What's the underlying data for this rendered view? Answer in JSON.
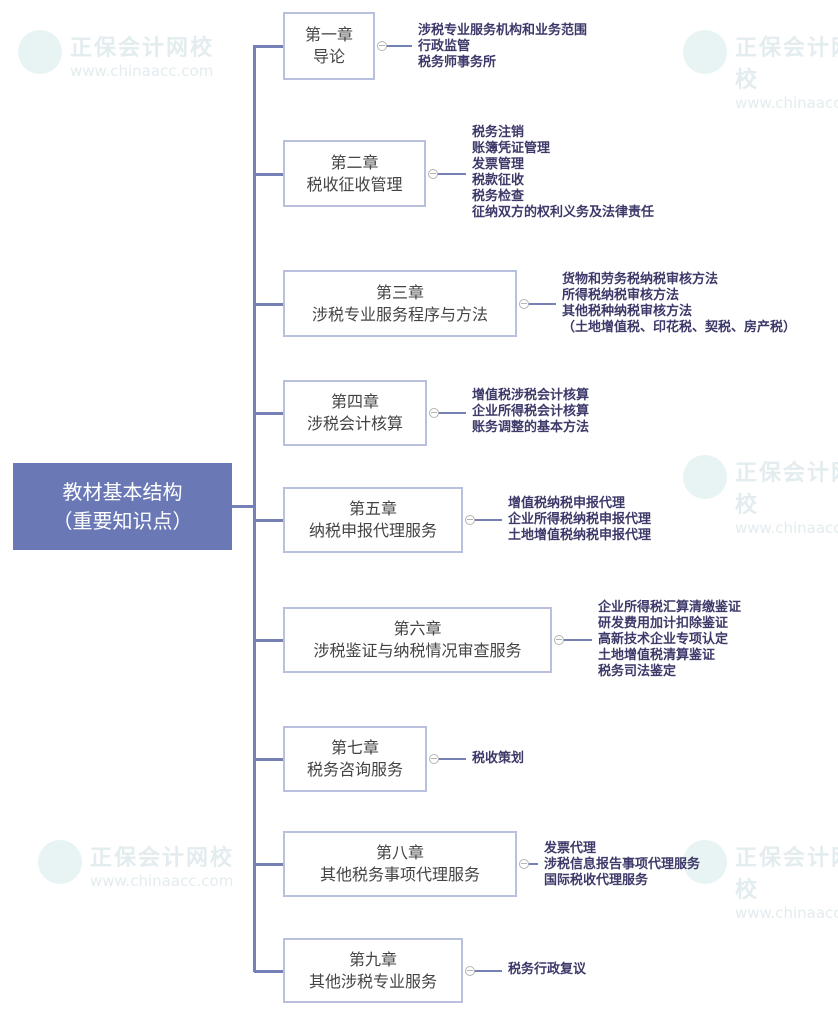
{
  "watermark": {
    "brand": "正保会计网校",
    "url": "www.chinaacc.com"
  },
  "root": {
    "line1": "教材基本结构",
    "line2": "（重要知识点）"
  },
  "chapters": [
    {
      "num": "第一章",
      "title": "导论",
      "items": [
        "涉税专业服务机构和业务范围",
        "行政监管",
        "税务师事务所"
      ]
    },
    {
      "num": "第二章",
      "title": "税收征收管理",
      "items": [
        "税务注销",
        "账簿凭证管理",
        "发票管理",
        "税款征收",
        "税务检查",
        "征纳双方的权利义务及法律责任"
      ]
    },
    {
      "num": "第三章",
      "title": "涉税专业服务程序与方法",
      "items": [
        "货物和劳务税纳税审核方法",
        "所得税纳税审核方法",
        "其他税种纳税审核方法",
        "（土地增值税、印花税、契税、房产税）"
      ]
    },
    {
      "num": "第四章",
      "title": "涉税会计核算",
      "items": [
        "增值税涉税会计核算",
        "企业所得税会计核算",
        "账务调整的基本方法"
      ]
    },
    {
      "num": "第五章",
      "title": "纳税申报代理服务",
      "items": [
        "增值税纳税申报代理",
        "企业所得税纳税申报代理",
        "土地增值税纳税申报代理"
      ]
    },
    {
      "num": "第六章",
      "title": "涉税鉴证与纳税情况审查服务",
      "items": [
        "企业所得税汇算清缴鉴证",
        "研发费用加计扣除鉴证",
        "高新技术企业专项认定",
        "土地增值税清算鉴证",
        "税务司法鉴定"
      ]
    },
    {
      "num": "第七章",
      "title": "税务咨询服务",
      "items": [
        "税收策划"
      ]
    },
    {
      "num": "第八章",
      "title": "其他税务事项代理服务",
      "items": [
        "发票代理",
        "涉税信息报告事项代理服务",
        "国际税收代理服务"
      ]
    },
    {
      "num": "第九章",
      "title": "其他涉税专业服务",
      "items": [
        "税务行政复议"
      ]
    }
  ]
}
